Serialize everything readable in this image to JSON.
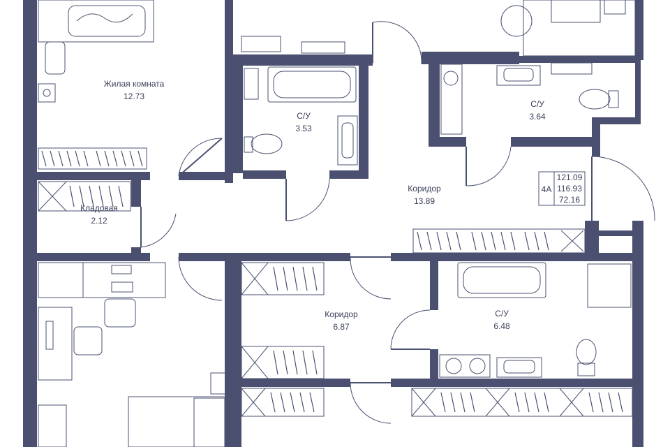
{
  "colors": {
    "wall": "#4b5070",
    "line": "#4a5070",
    "text": "#3a3f5a",
    "background": "#ffffff"
  },
  "rooms": {
    "living": {
      "name": "Жилая комната",
      "area": "12.73"
    },
    "bath1": {
      "name": "С/У",
      "area": "3.53"
    },
    "bath2": {
      "name": "С/У",
      "area": "3.64"
    },
    "pantry": {
      "name": "Кладовая",
      "area": "2.12"
    },
    "corridor1": {
      "name": "Коридор",
      "area": "13.89"
    },
    "corridor2": {
      "name": "Коридор",
      "area": "6.87"
    },
    "bath3": {
      "name": "С/У",
      "area": "6.48"
    }
  },
  "summary": {
    "code": "4A",
    "values": [
      "121.09",
      "116.93",
      "72.16"
    ]
  }
}
